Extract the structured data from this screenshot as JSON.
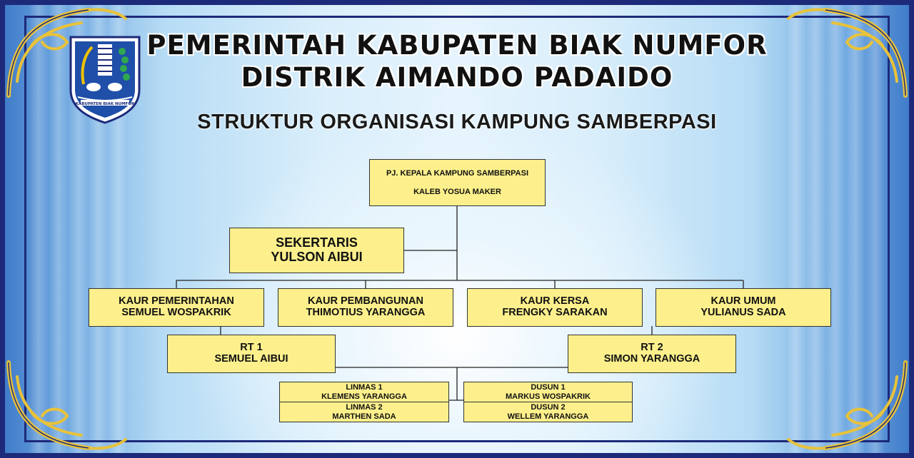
{
  "header": {
    "line1": "PEMERINTAH KABUPATEN BIAK NUMFOR",
    "line2": "DISTRIK AIMANDO PADAIDO",
    "subtitle": "STRUKTUR ORGANISASI KAMPUNG SAMBERPASI"
  },
  "logo": {
    "icon": "regency-coat-of-arms-icon",
    "text": "KABUPATEN BIAK NUMFOR"
  },
  "colors": {
    "box_fill": "#fdf08c",
    "border": "#1d2a7a",
    "ornament": "#e8c23a",
    "background_center": "#e6f4fd",
    "background_edge": "#3d78c8"
  },
  "org": {
    "head": {
      "role": "PJ. KEPALA KAMPUNG SAMBERPASI",
      "name": "KALEB YOSUA MAKER"
    },
    "secretary": {
      "role": "SEKERTARIS",
      "name": "YULSON AIBUI"
    },
    "kaur": [
      {
        "role": "KAUR PEMERINTAHAN",
        "name": "SEMUEL WOSPAKRIK"
      },
      {
        "role": "KAUR PEMBANGUNAN",
        "name": "THIMOTIUS YARANGGA"
      },
      {
        "role": "KAUR KERSA",
        "name": "FRENGKY SARAKAN"
      },
      {
        "role": "KAUR UMUM",
        "name": "YULIANUS SADA"
      }
    ],
    "rt": [
      {
        "role": "RT 1",
        "name": "SEMUEL AIBUI"
      },
      {
        "role": "RT 2",
        "name": "SIMON YARANGGA"
      }
    ],
    "linmas": [
      {
        "role": "LINMAS 1",
        "name": "KLEMENS YARANGGA"
      },
      {
        "role": "LINMAS 2",
        "name": "MARTHEN SADA"
      }
    ],
    "dusun": [
      {
        "role": "DUSUN 1",
        "name": "MARKUS WOSPAKRIK"
      },
      {
        "role": "DUSUN 2",
        "name": "WELLEM YARANGGA"
      }
    ]
  }
}
